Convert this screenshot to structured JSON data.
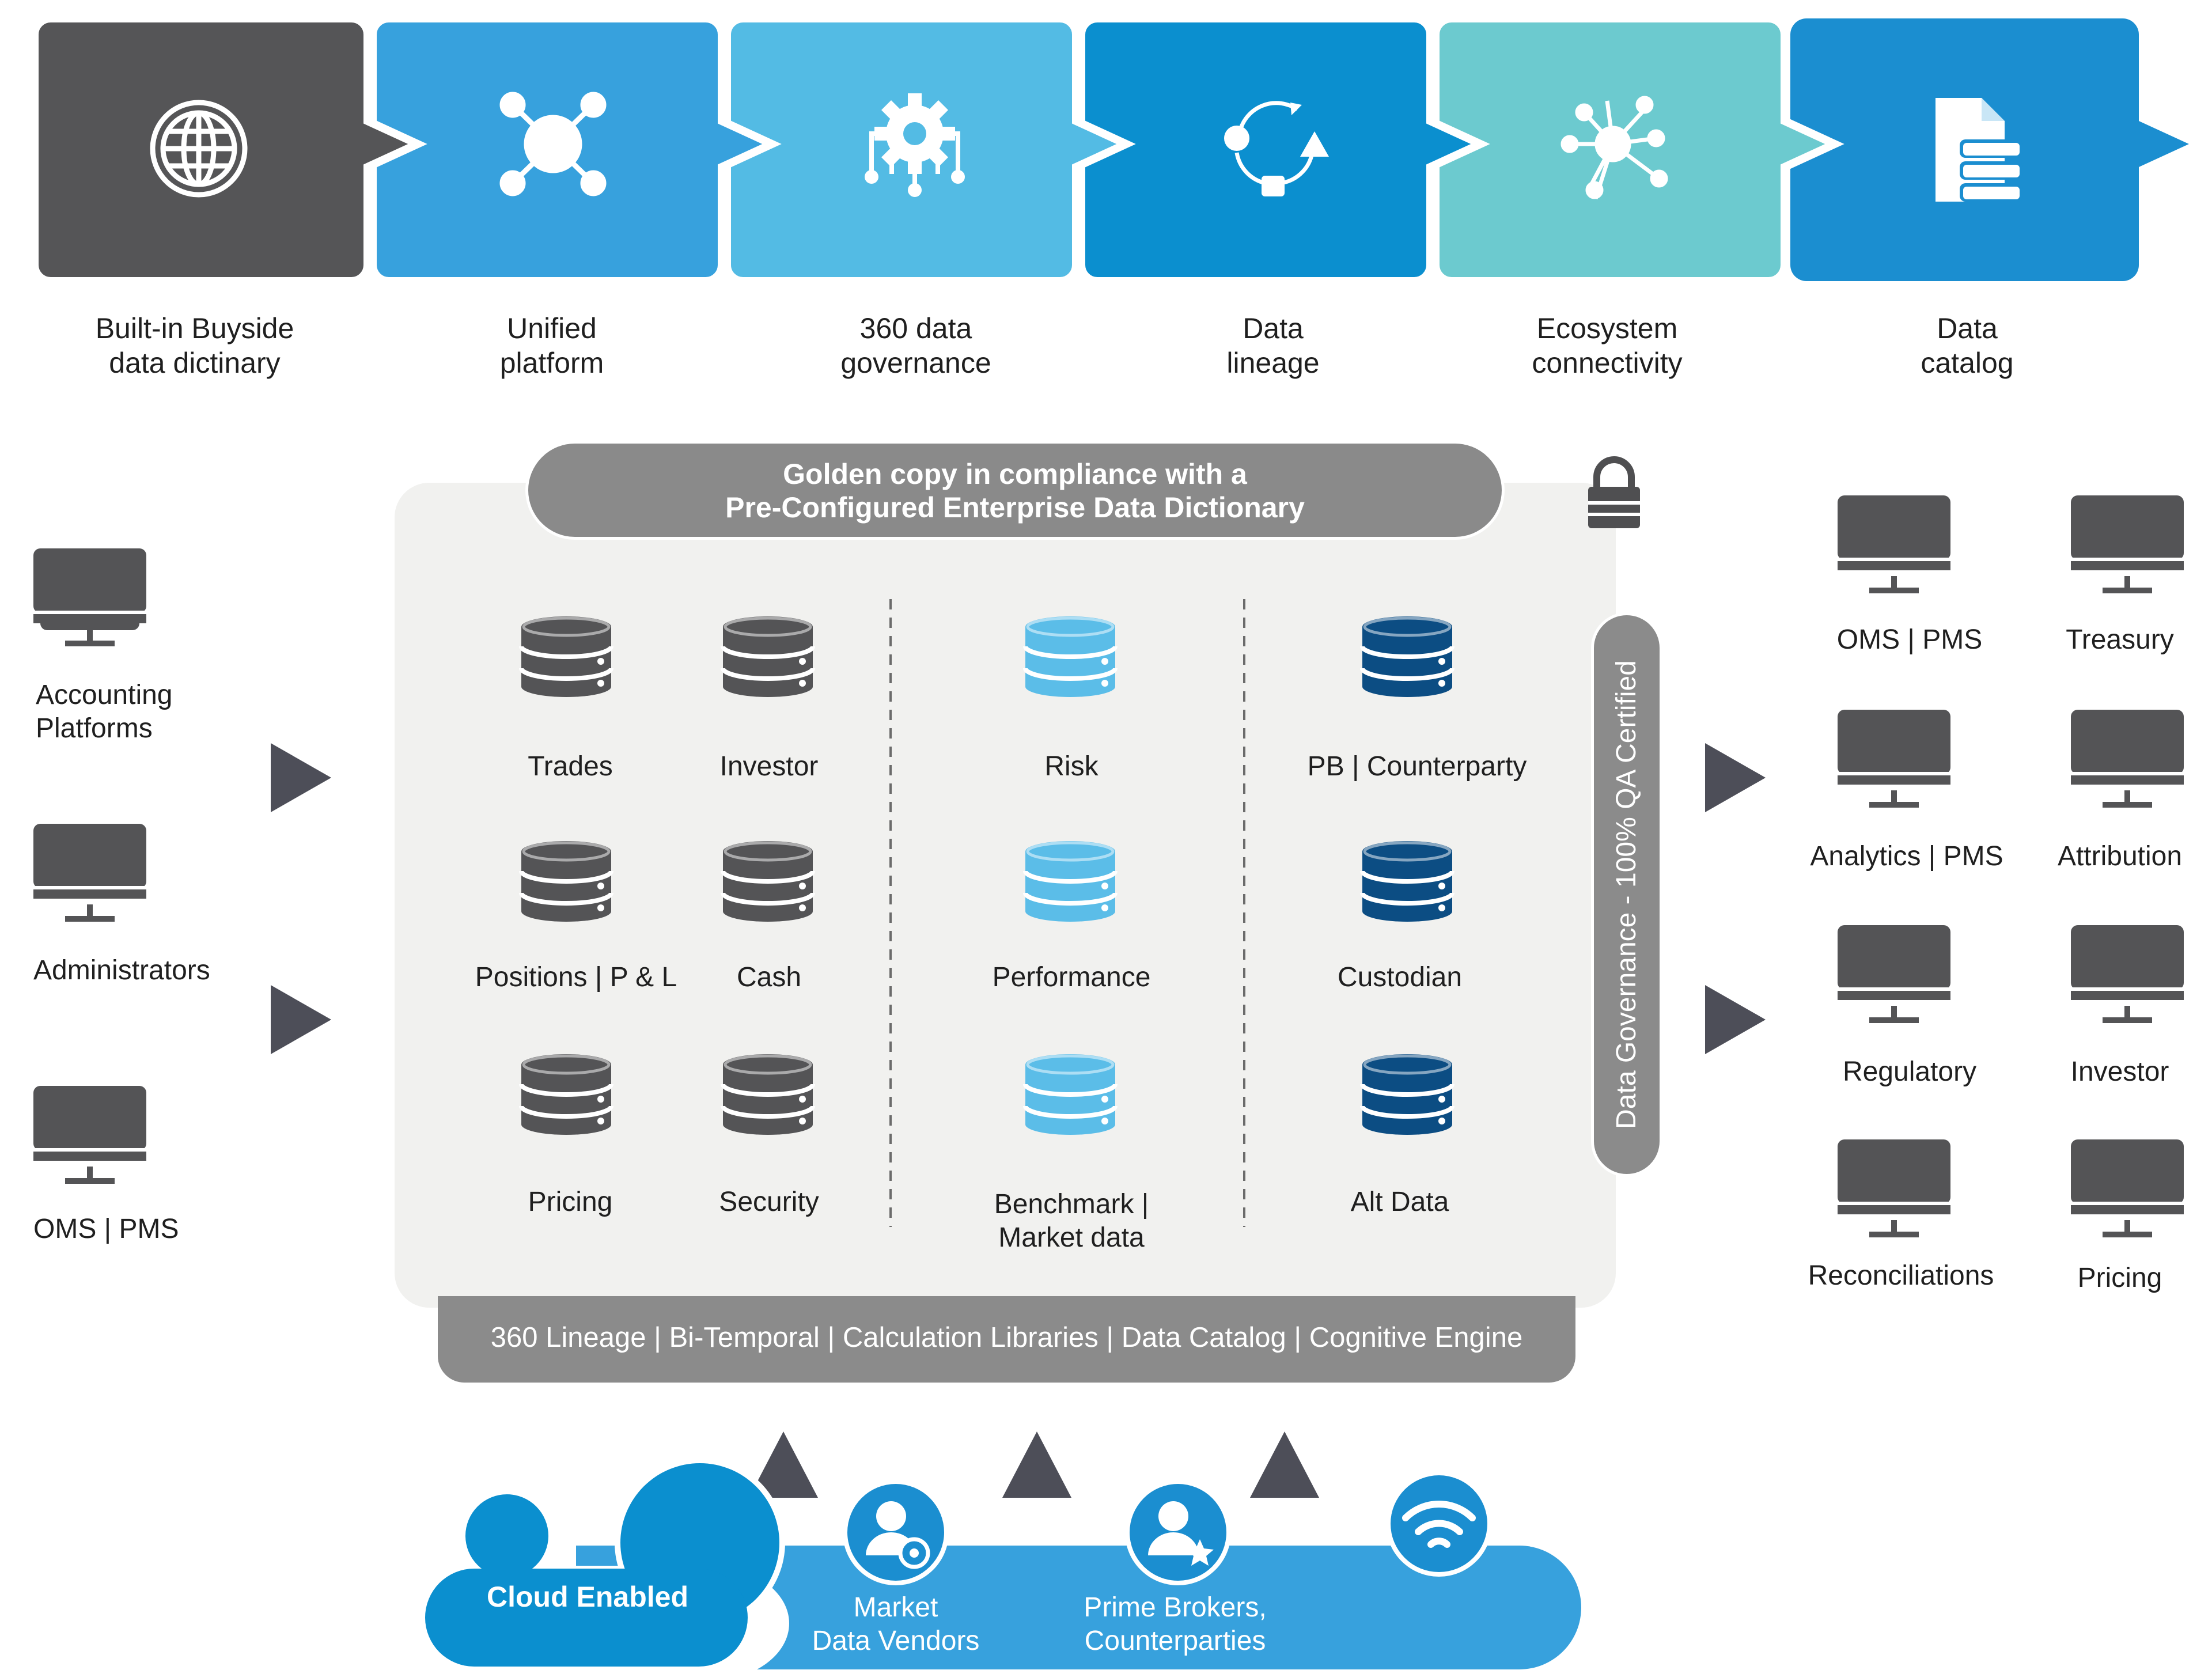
{
  "colors": {
    "dark_gray": "#555557",
    "blue": "#37a1dd",
    "light_blue": "#53bbe4",
    "mid_blue": "#0b8fcf",
    "teal": "#6ccacf",
    "deep_blue": "#1b8ed0",
    "db_gray": "#545456",
    "db_light": "#5bbde8",
    "db_navy": "#0c4d83",
    "panel": "#f1f1ef",
    "banner": "#8a8a8a"
  },
  "stages": [
    {
      "label": "Built-in Buyside\ndata dictinary",
      "icon": "globe-icon",
      "color": "#555557"
    },
    {
      "label": "Unified\nplatform",
      "icon": "hub-icon",
      "color": "#37a1dd"
    },
    {
      "label": "360 data\ngovernance",
      "icon": "gear-network-icon",
      "color": "#53bbe4"
    },
    {
      "label": "Data\nlineage",
      "icon": "cycle-icon",
      "color": "#0b8fcf"
    },
    {
      "label": "Ecosystem\nconnectivity",
      "icon": "network-icon",
      "color": "#6ccacf"
    },
    {
      "label": "Data\ncatalog",
      "icon": "document-icon",
      "color": "#1b8ed0"
    }
  ],
  "banner": {
    "line1": "Golden copy in compliance with a",
    "line2": "Pre-Configured Enterprise Data Dictionary"
  },
  "sources": [
    "Accounting\nPlatforms",
    "Administrators",
    "OMS | PMS"
  ],
  "databases": {
    "group1": [
      "Trades",
      "Investor",
      "Positions | P & L",
      "Cash",
      "Pricing",
      "Security"
    ],
    "group2": [
      "Risk",
      "Performance",
      "Benchmark |\nMarket data"
    ],
    "group3": [
      "PB | Counterparty",
      "Custodian",
      "Alt Data"
    ]
  },
  "governance": "Data Governance - 100% QA Certified",
  "bottom_bar": "360 Lineage | Bi-Temporal | Calculation Libraries | Data Catalog | Cognitive Engine",
  "outputs": [
    "OMS | PMS",
    "Treasury",
    "Analytics | PMS",
    "Attribution",
    "Regulatory",
    "Investor",
    "Reconciliations",
    "Pricing"
  ],
  "cloud": {
    "label": "Cloud Enabled",
    "providers": [
      "Market\nData Vendors",
      "Prime Brokers,\nCounterparties"
    ],
    "provider_icons": [
      "user-gear-icon",
      "user-star-icon",
      "wifi-icon"
    ]
  }
}
